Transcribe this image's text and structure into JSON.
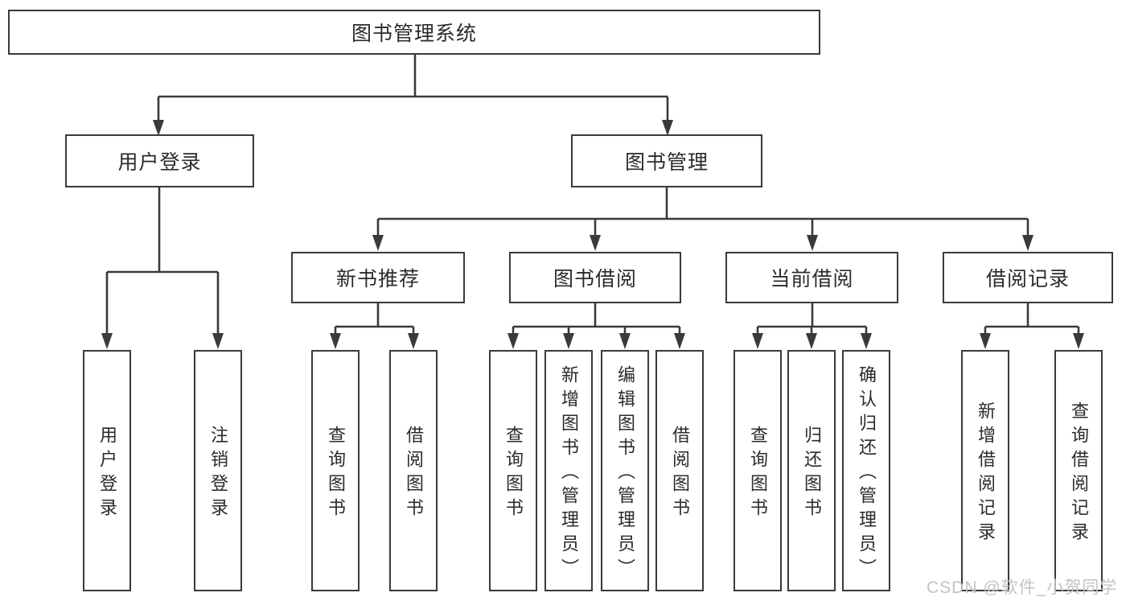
{
  "diagram": {
    "title_node": {
      "label": "图书管理系统"
    },
    "level2": [
      {
        "label": "用户登录"
      },
      {
        "label": "图书管理"
      }
    ],
    "level3": [
      {
        "label": "新书推荐"
      },
      {
        "label": "图书借阅"
      },
      {
        "label": "当前借阅"
      },
      {
        "label": "借阅记录"
      }
    ],
    "leaves": [
      {
        "label": "用户登录",
        "parent": "用户登录"
      },
      {
        "label": "注销登录",
        "parent": "用户登录"
      },
      {
        "label": "查询图书",
        "parent": "新书推荐"
      },
      {
        "label": "借阅图书",
        "parent": "新书推荐"
      },
      {
        "label": "查询图书",
        "parent": "图书借阅"
      },
      {
        "label": "新增图书（管理员）",
        "parent": "图书借阅"
      },
      {
        "label": "编辑图书（管理员）",
        "parent": "图书借阅"
      },
      {
        "label": "借阅图书",
        "parent": "图书借阅"
      },
      {
        "label": "查询图书",
        "parent": "当前借阅"
      },
      {
        "label": "归还图书",
        "parent": "当前借阅"
      },
      {
        "label": "确认归还（管理员）",
        "parent": "当前借阅"
      },
      {
        "label": "新增借阅记录",
        "parent": "借阅记录"
      },
      {
        "label": "查询借阅记录",
        "parent": "借阅记录"
      }
    ],
    "colors": {
      "line": "#3a3a3a",
      "text": "#2b2b2b",
      "box_background": "#ffffff",
      "watermark": "#c3c3c3"
    }
  },
  "watermark": {
    "text": "CSDN @软件_小贺同学"
  }
}
